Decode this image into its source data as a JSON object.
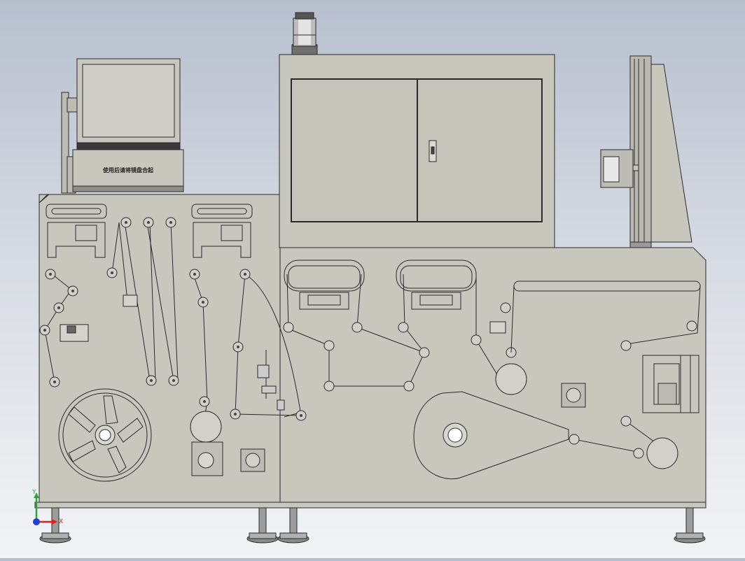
{
  "machine": {
    "monitor_label": "使用后请将镜盘合起",
    "colors": {
      "body": "#c8c7be",
      "stroke": "#2a2a2a",
      "roller": "#d2d1c9",
      "screen": "#cfcec6"
    }
  },
  "triad": {
    "x_label": "X",
    "y_label": "Y",
    "x_color": "#e0201c",
    "y_color": "#26a641",
    "z_color": "#1f3fd6"
  }
}
